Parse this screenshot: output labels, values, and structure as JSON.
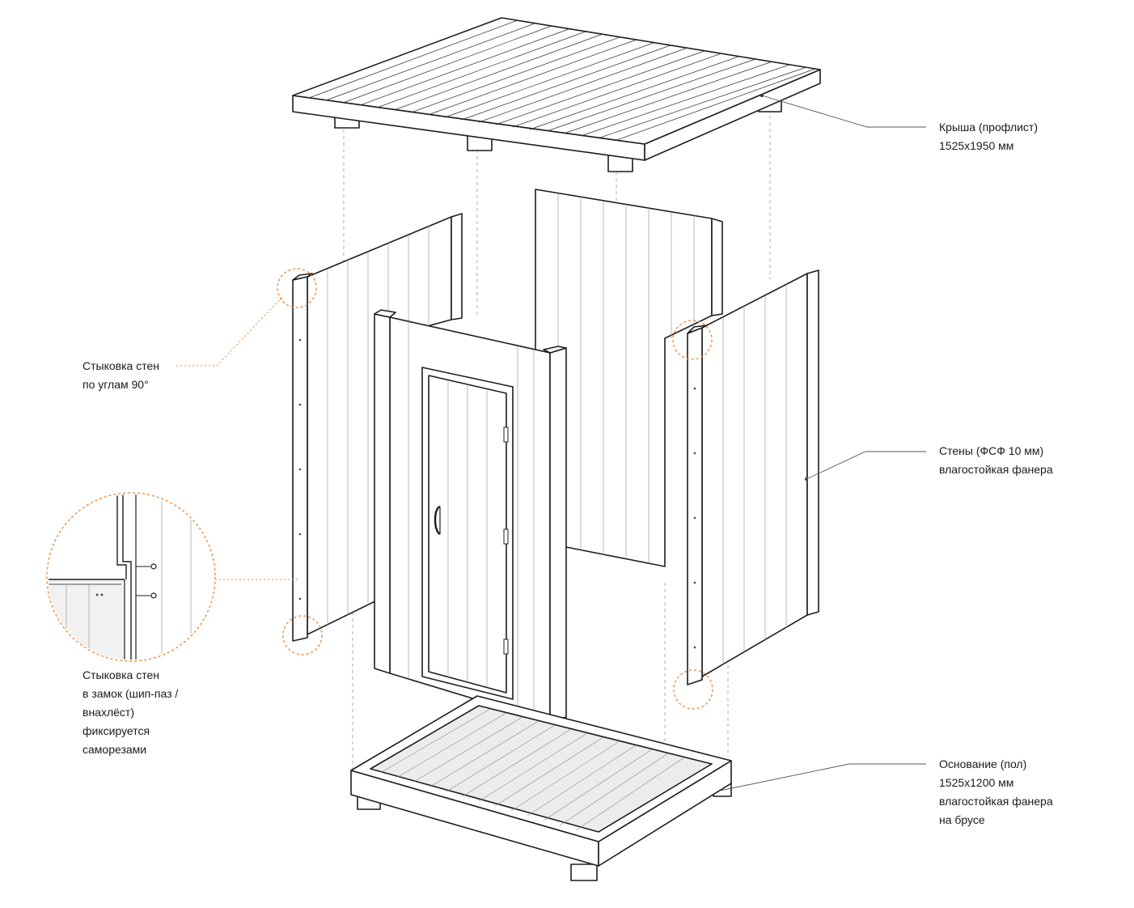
{
  "labels": {
    "roof": {
      "line1": "Крыша (профлист)",
      "line2": "1525х1950 мм"
    },
    "corner_joint": {
      "line1": "Стыковка стен",
      "line2": "по углам 90°"
    },
    "walls": {
      "line1": "Стены (ФСФ 10 мм)",
      "line2": "влагостойкая фанера"
    },
    "lock_joint": {
      "line1": "Стыковка стен",
      "line2": "в замок (шип-паз /",
      "line3": "внахлёст)",
      "line4": "фиксируется",
      "line5": "саморезами"
    },
    "base": {
      "line1": "Основание (пол)",
      "line2": "1525х1200 мм",
      "line3": "влагостойкая фанера",
      "line4": "на брусе"
    }
  },
  "colors": {
    "accent": "#F08A3C",
    "line": "#1d1d1d",
    "text": "#1a1a1a"
  },
  "parts": [
    "roof",
    "back-wall",
    "left-wall",
    "right-wall",
    "front-wall-with-door",
    "floor-base"
  ]
}
